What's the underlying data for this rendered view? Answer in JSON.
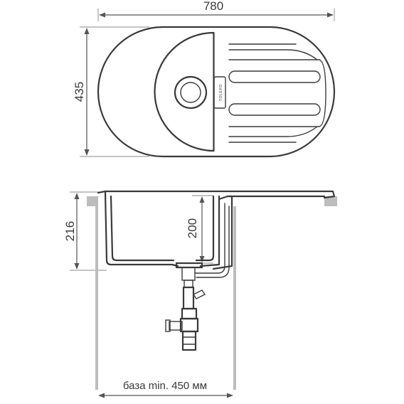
{
  "dimensions": {
    "overall_width": "780",
    "overall_depth": "435",
    "bowl_depth": "200",
    "total_height": "216",
    "cabinet_base": "база min. 450 мм"
  },
  "brand_mark": "TOLERO",
  "colors": {
    "outline": "#3a3a3a",
    "dimension": "#555555",
    "cabinet": "#bdbdbd"
  }
}
